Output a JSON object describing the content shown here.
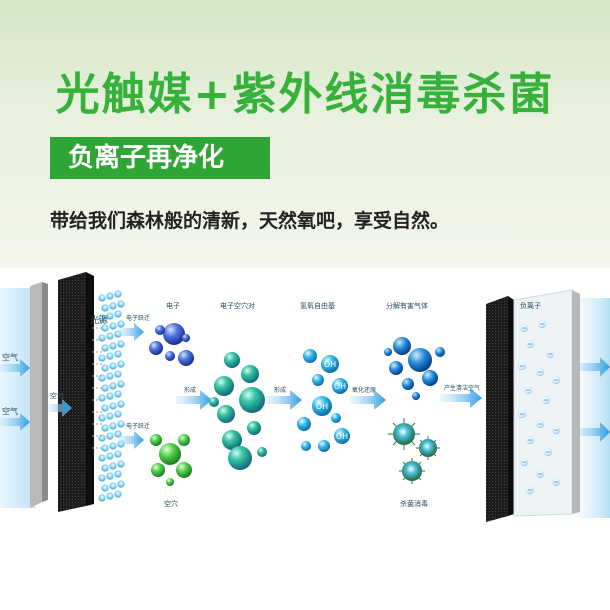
{
  "header": {
    "title": "光触媒+紫外线消毒杀菌",
    "tag": "负离子再净化",
    "slogan": "带给我们森林般的清新，天然氧吧，享受自然。"
  },
  "diagram": {
    "air_in_1": "空气",
    "air_in_2": "空气",
    "air_mid": "空气",
    "light": "光源",
    "excite_1": "电子跃迁",
    "excite_2": "电子跃迁",
    "electron": "电子",
    "electron_hole_pair": "电子空穴对",
    "hydroxyl_radical": "氢氧自由基",
    "decompose_gas": "分解有害气体",
    "negative_ion": "负离子",
    "hole": "空穴",
    "form_1": "形成",
    "form_2": "形成",
    "oxidize": "氧化还原",
    "clean_air": "产生清洁空气",
    "sterilize": "杀菌消毒",
    "oh": "OH",
    "colors": {
      "green": "#36b23b",
      "blue": "#2f86d8",
      "dark_filter": "#1c1c1c"
    }
  }
}
